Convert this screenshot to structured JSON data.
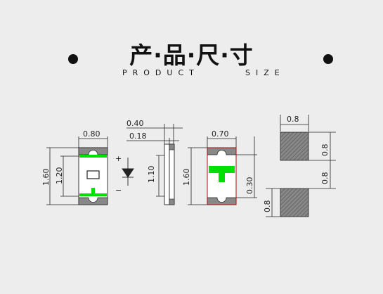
{
  "header": {
    "title": "产·品·尺·寸",
    "subtitle_left": "PRODUCT",
    "subtitle_right": "SIZE"
  },
  "dims": {
    "front_width": "0.80",
    "front_height": "1.60",
    "front_inner": "1.20",
    "side_thick1": "0.40",
    "side_thick2": "0.18",
    "side_height": "1.10",
    "pcb_width": "0.70",
    "pcb_height": "1.60",
    "pcb_inner": "0.30",
    "pad_width": "0.8",
    "pad_h1": "0.8",
    "pad_gap": "0.8",
    "pad_h2": "0.8"
  },
  "symbols": {
    "plus": "+",
    "minus": "−"
  },
  "colors": {
    "chip_green": "#00e000",
    "pad_fill": "#7a7a7a",
    "chip_body": "#ffffff",
    "pcb_red": "#cc0000"
  }
}
